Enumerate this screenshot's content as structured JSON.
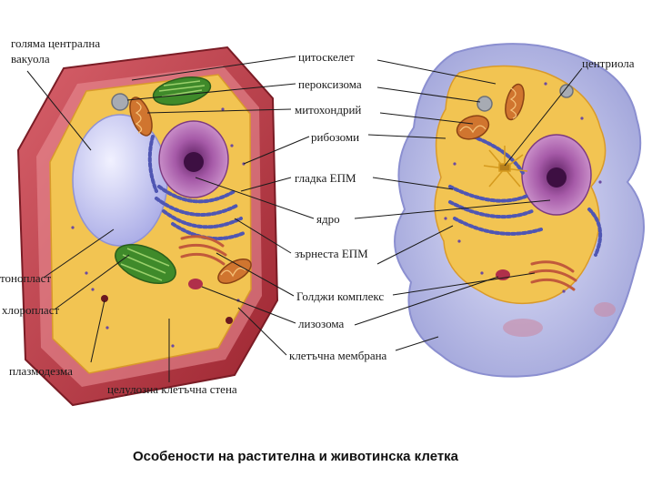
{
  "figure": {
    "caption": "Особености на растителна и животинска клетка"
  },
  "labels": {
    "large_vacuole": "голяма централна вакуола",
    "large_vacuole_line1": "голяма централна",
    "large_vacuole_line2": "вакуола",
    "cytoskeleton": "цитоскелет",
    "peroxisome": "пероксизома",
    "mitochondria": "митохондрий",
    "ribosomes": "рибозоми",
    "smooth_er": "гладка ЕПМ",
    "nucleus": "ядро",
    "rough_er": "зърнеста ЕПМ",
    "golgi": "Голджи комплекс",
    "lysosome": "лизозома",
    "cell_membrane": "клетъчна мембрана",
    "centriole": "центриола",
    "tonoplast": "тонопласт",
    "chloroplast": "хлоропласт",
    "plasmodesma": "плазмодезма",
    "cell_wall": "целулозна клетъчна стена"
  },
  "colors": {
    "cell_wall": "#b8343f",
    "cytoplasm": "#f2c452",
    "vacuole": "#c7c9f3",
    "chloroplast": "#3f8a2a",
    "nucleus": "#a65aa8",
    "animal_membrane": "#c5c8ee",
    "er": "#4f56b3",
    "mitochondrion": "#d0752f"
  }
}
